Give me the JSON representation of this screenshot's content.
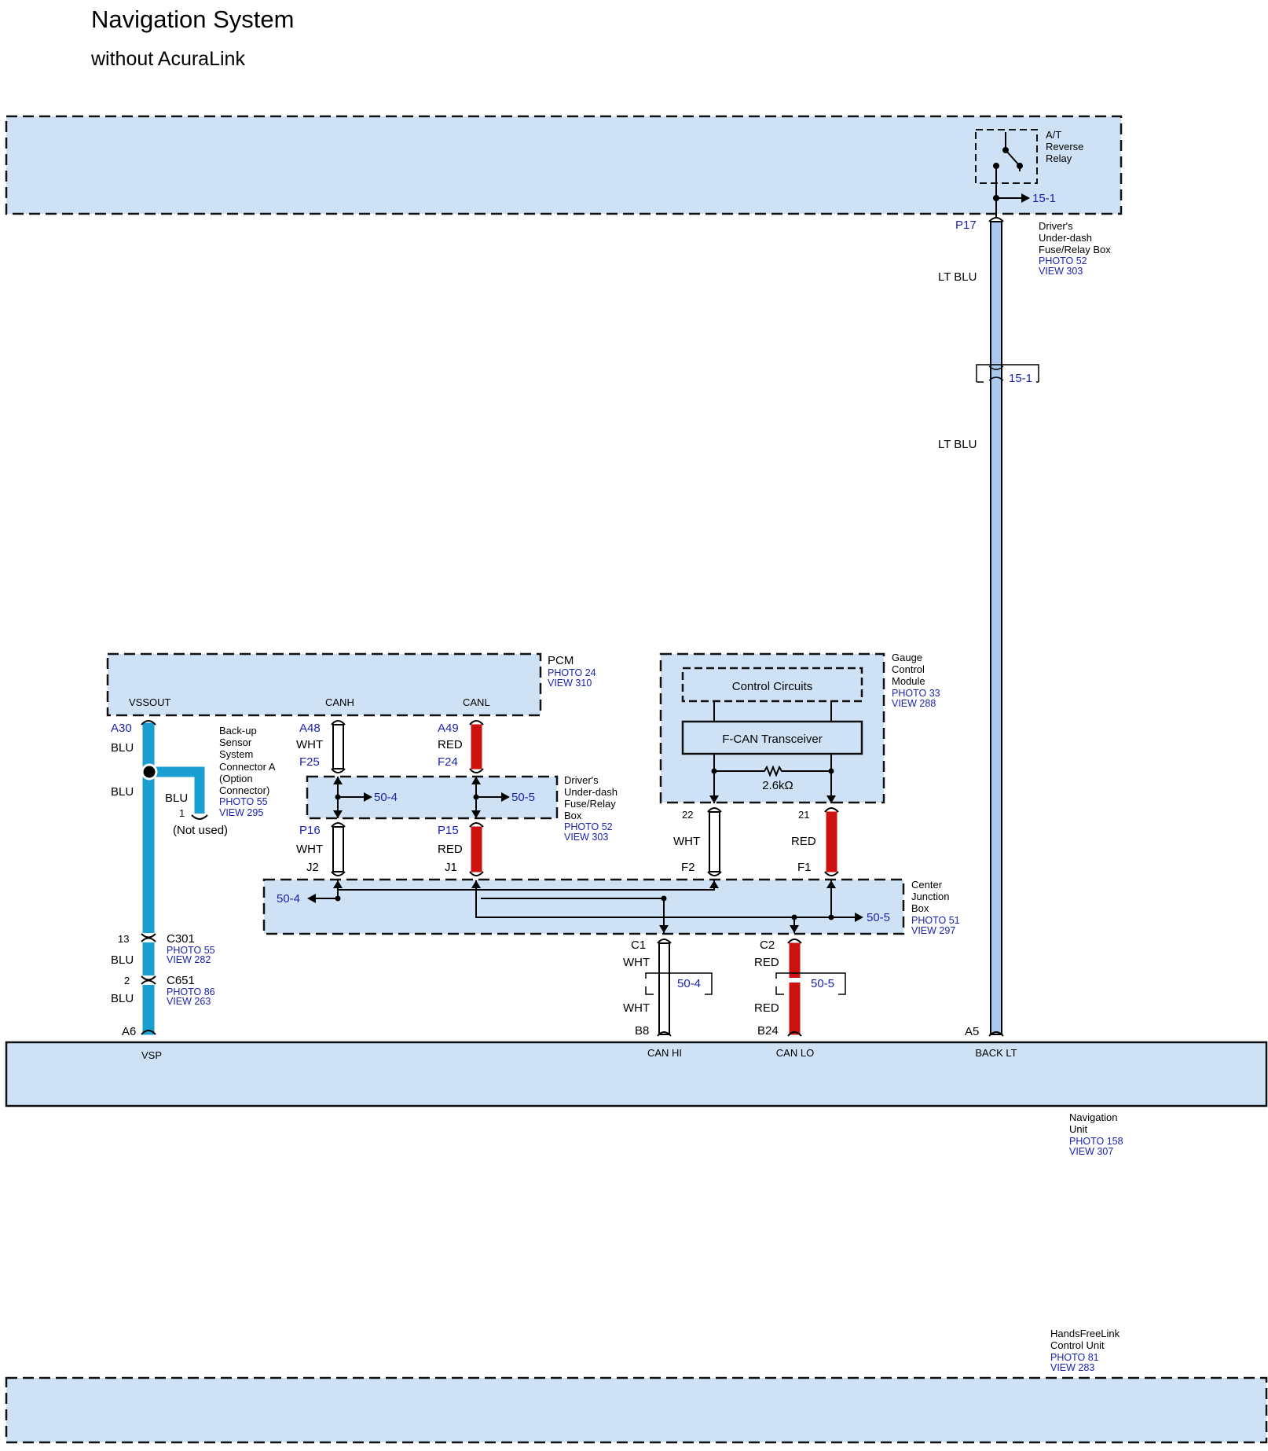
{
  "header": {
    "title": "Navigation System",
    "subtitle": "without AcuraLink"
  },
  "colors": {
    "box_fill": "#cfe2f5",
    "wire_blu": "#1a9fd0",
    "wire_lt_blu": "#a9c9ef",
    "wire_red": "#cc1111",
    "wire_wht": "#ffffff",
    "ref_blue": "#1a23b0"
  },
  "components": {
    "reverse_relay": {
      "name_lines": [
        "A/T",
        "Reverse",
        "Relay"
      ],
      "ref": "15-1"
    },
    "fuse_box_top": {
      "pin": "P17",
      "name_lines": [
        "Driver's",
        "Under-dash",
        "Fuse/Relay Box"
      ],
      "photo": "PHOTO 52",
      "view": "VIEW 303"
    },
    "pcm": {
      "name": "PCM",
      "photo": "PHOTO 24",
      "view": "VIEW 310",
      "pins": [
        "VSSOUT",
        "CANH",
        "CANL"
      ]
    },
    "gauge": {
      "name_lines": [
        "Gauge",
        "Control",
        "Module"
      ],
      "photo": "PHOTO 33",
      "view": "VIEW 288",
      "control_circuits": "Control Circuits",
      "transceiver": "F-CAN Transceiver",
      "resistor": "2.6kΩ"
    },
    "backup_sensor": {
      "name_lines": [
        "Back-up",
        "Sensor",
        "System",
        "Connector A",
        "(Option",
        "Connector)"
      ],
      "photo": "PHOTO 55",
      "view": "VIEW 295",
      "wire": "BLU",
      "pin": "1",
      "note": "(Not used)"
    },
    "fuse_box_mid": {
      "name_lines": [
        "Driver's",
        "Under-dash",
        "Fuse/Relay",
        "Box"
      ],
      "photo": "PHOTO 52",
      "view": "VIEW 303",
      "ref_left": "50-4",
      "ref_right": "50-5"
    },
    "junction": {
      "name_lines": [
        "Center",
        "Junction",
        "Box"
      ],
      "photo": "PHOTO 51",
      "view": "VIEW 297",
      "ref_left": "50-4",
      "ref_right": "50-5"
    },
    "c301": {
      "pin": "13",
      "name": "C301",
      "photo": "PHOTO 55",
      "view": "VIEW 282"
    },
    "c651": {
      "pin": "2",
      "name": "C651",
      "photo": "PHOTO 86",
      "view": "VIEW 263"
    },
    "nav_unit": {
      "name_lines": [
        "Navigation",
        "Unit"
      ],
      "photo": "PHOTO 158",
      "view": "VIEW 307",
      "pins": [
        "VSP",
        "CAN HI",
        "CAN LO",
        "BACK LT"
      ]
    },
    "hfl": {
      "name_lines": [
        "HandsFreeLink",
        "Control Unit"
      ],
      "photo": "PHOTO 81",
      "view": "VIEW 283"
    }
  },
  "wires": {
    "lt_blu_1": "LT BLU",
    "lt_blu_2": "LT BLU",
    "lt_blu_splice_ref": "15-1",
    "a5": "A5",
    "vss": {
      "a30": "A30",
      "blu1": "BLU",
      "blu2": "BLU",
      "blu3": "BLU",
      "blu4": "BLU",
      "a6": "A6"
    },
    "canh": {
      "a48": "A48",
      "wht1": "WHT",
      "f25": "F25",
      "p16": "P16",
      "wht2": "WHT",
      "j2": "J2"
    },
    "canl": {
      "a49": "A49",
      "red1": "RED",
      "f24": "F24",
      "p15": "P15",
      "red2": "RED",
      "j1": "J1"
    },
    "gauge_wht": {
      "pin": "22",
      "color": "WHT",
      "conn": "F2"
    },
    "gauge_red": {
      "pin": "21",
      "color": "RED",
      "conn": "F1"
    },
    "can_hi": {
      "c1": "C1",
      "wht1": "WHT",
      "ref": "50-4",
      "wht2": "WHT",
      "b8": "B8"
    },
    "can_lo": {
      "c2": "C2",
      "red1": "RED",
      "ref": "50-5",
      "red2": "RED",
      "b24": "B24"
    }
  }
}
